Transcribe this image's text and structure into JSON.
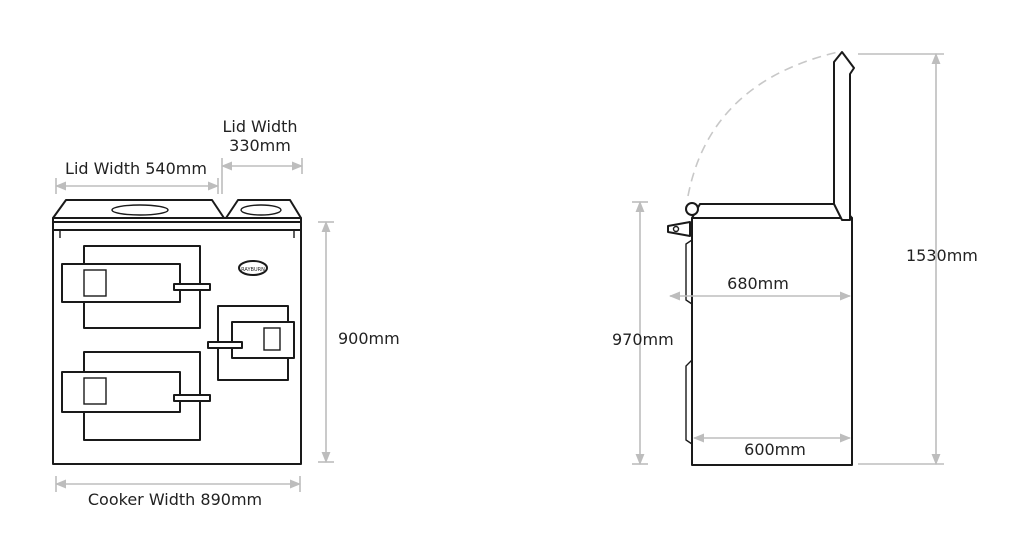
{
  "front_view": {
    "lid_width_large": "Lid Width 540mm",
    "lid_width_small_line1": "Lid Width",
    "lid_width_small_line2": "330mm",
    "cooker_height": "900mm",
    "cooker_width": "Cooker Width 890mm",
    "badge_text": "RAYBURN"
  },
  "side_view": {
    "depth_top": "680mm",
    "depth_base": "600mm",
    "height_hotplate": "970mm",
    "height_lid_open": "1530mm"
  }
}
